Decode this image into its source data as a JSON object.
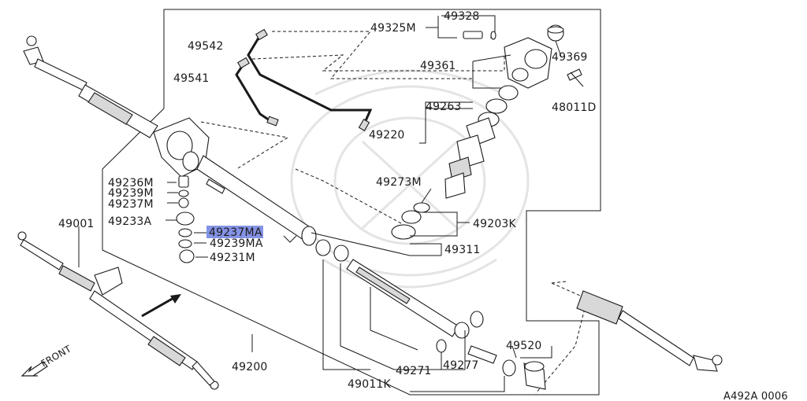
{
  "diagram": {
    "highlight_color": "#6f7fe0",
    "line_color": "#1a1a1a",
    "parts": {
      "p49328": "49328",
      "p49325M": "49325M",
      "p49542": "49542",
      "p49369": "49369",
      "p49541": "49541",
      "p49361": "49361",
      "p48011D": "48011D",
      "p49263": "49263",
      "p49220": "49220",
      "p49236M": "49236M",
      "p49239M": "49239M",
      "p49237M": "49237M",
      "p49273M": "49273M",
      "p49001": "49001",
      "p49233A": "49233A",
      "p49203K": "49203K",
      "p49237MA": "49237MA",
      "p49239MA": "49239MA",
      "p49311": "49311",
      "p49231M": "49231M",
      "p49520": "49520",
      "p49200": "49200",
      "p49271": "49271",
      "p49277": "49277",
      "p49011K": "49011K"
    },
    "front_label": "FRONT",
    "ref_code": "A492A 0006"
  }
}
